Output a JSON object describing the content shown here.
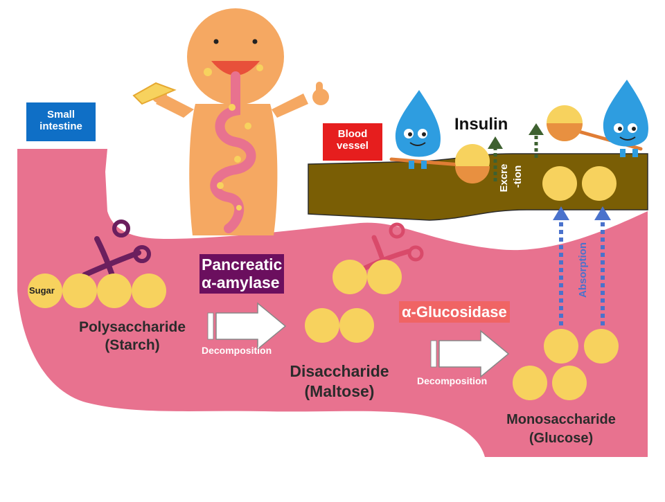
{
  "labels": {
    "small_intestine": "Small\nintestine",
    "blood_vessel": "Blood\nvessel",
    "insulin": "Insulin",
    "sugar": "Sugar",
    "polysaccharide": "Polysaccharide\n(Starch)",
    "disaccharide": "Disaccharide\n(Maltose)",
    "monosaccharide": "Monosaccharide\n(Glucose)",
    "excretion": "Excre\n-tion",
    "absorption": "Absorption"
  },
  "enzymes": {
    "amylase": "Pancreatic\nα-amylase",
    "glucosidase": "α-Glucosidase"
  },
  "arrows": {
    "decomposition_1": "Decomposition",
    "decomposition_2": "Decomposition"
  },
  "colors": {
    "intestine_pink": "#e8728f",
    "vessel_brown": "#7a5e05",
    "sugar_yellow": "#f7d25e",
    "small_intestine_tag": "#0f6fc6",
    "blood_vessel_tag": "#e61e1e",
    "amylase_tag": "#6b0f5e",
    "glucosidase_tag": "#f06464",
    "absorption_arrow": "#4a72cc",
    "excretion_arrow": "#3e6130",
    "character_orange": "#f5a862",
    "drop_blue": "#2e9de0"
  }
}
